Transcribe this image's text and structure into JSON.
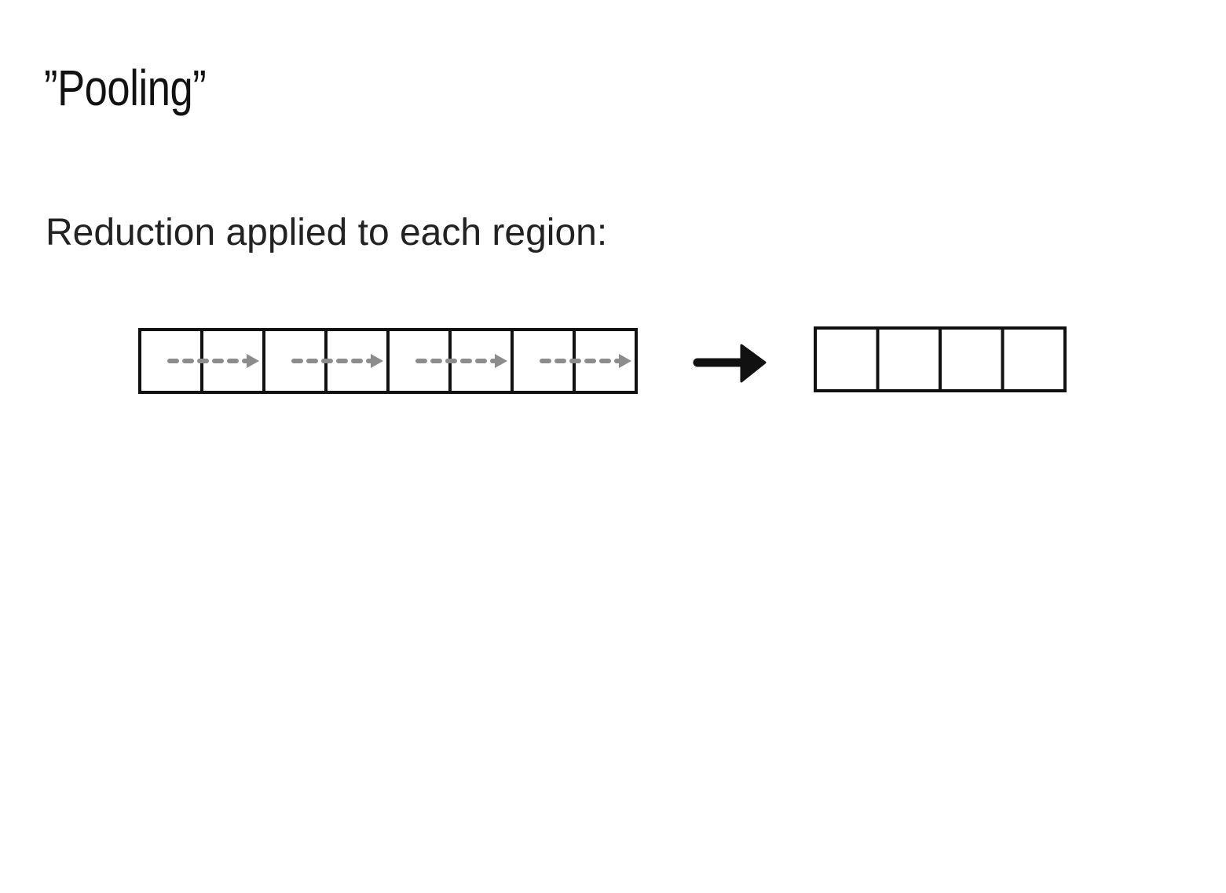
{
  "slide": {
    "title": "”Pooling”",
    "subtitle": "Reduction applied to each region:"
  },
  "diagram": {
    "input_cells": 8,
    "output_cells": 4,
    "pool_region_size": 2,
    "colors": {
      "cell_border": "#111111",
      "dashed_arrow": "#8c8c8c",
      "transform_arrow": "#111111"
    },
    "icons": [
      "dashed-arrow-icon",
      "right-arrow-icon"
    ]
  }
}
